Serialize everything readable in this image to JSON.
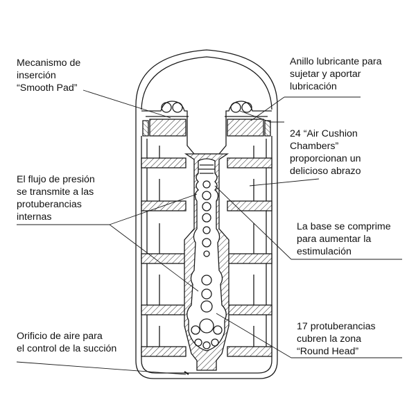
{
  "labels": {
    "smooth_pad": "Mecanismo de\ninserción\n“Smooth Pad”",
    "ring": "Anillo lubricante para\nsujetar y aportar\nlubricación",
    "air_cushion": "24 “Air Cushion\nChambers”\nproporcionan un\ndelicioso abrazo",
    "pressure": "El flujo de presión\nse transmite a las\nprotuberancias\ninternas",
    "base": "La base se comprime\npara aumentar la\nestimulación",
    "air_hole": "Orificio de aire para\nel control de la succión",
    "round_head": "17 protuberancias\ncubren la zona\n“Round Head”"
  },
  "colors": {
    "line": "#1a1a1a",
    "background": "#ffffff"
  }
}
